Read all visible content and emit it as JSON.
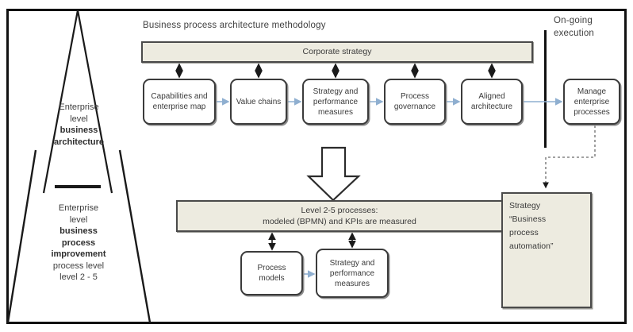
{
  "diagram": {
    "title_methodology": "Business process architecture methodology",
    "title_ongoing": "On-going execution",
    "colors": {
      "bar_fill": "#EDEBE0",
      "bar_stroke": "#4a4a4a",
      "box_stroke": "#3b3b3b",
      "arrow_blue": "#8FAFD0",
      "arrow_black": "#1a1a1a",
      "frame": "#111111"
    }
  },
  "pyramid": {
    "top_lines": [
      "Enterprise",
      "level"
    ],
    "top_bold": [
      "business",
      "architecture"
    ],
    "bottom_lines": [
      "Enterprise",
      "level"
    ],
    "bottom_bold": [
      "business",
      "process",
      "improvement"
    ],
    "bottom_tail": [
      "process level",
      "level 2 - 5"
    ]
  },
  "bars": {
    "corporate_strategy": "Corporate strategy",
    "levels_line1": "Level 2-5 processes:",
    "levels_line2": "modeled (BPMN) and KPIs are measured"
  },
  "top_row": [
    {
      "id": "capabilities",
      "label": "Capabilities and enterprise map"
    },
    {
      "id": "value-chains",
      "label": "Value chains"
    },
    {
      "id": "strategy-performance-measures",
      "label": "Strategy and performance measures"
    },
    {
      "id": "process-governance",
      "label": "Process governance"
    },
    {
      "id": "aligned-architecture",
      "label": "Aligned architecture"
    },
    {
      "id": "manage-enterprise-processes",
      "label": "Manage enterprise processes"
    }
  ],
  "bottom_row": [
    {
      "id": "process-models",
      "label": "Process models"
    },
    {
      "id": "strategy-performance-measures-2",
      "label": "Strategy and performance measures"
    }
  ],
  "automation_box": {
    "lines": [
      "Strategy",
      "“Business",
      "process",
      "automation”"
    ]
  }
}
